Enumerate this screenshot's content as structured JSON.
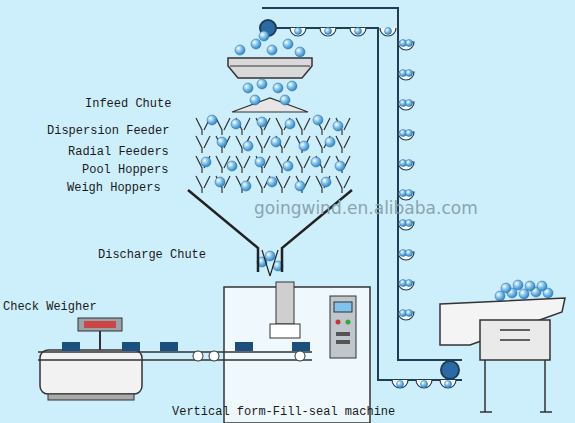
{
  "diagram": {
    "labels": [
      "Infeed Chute",
      "Dispersion Feeder",
      "Radial Feeders",
      "Pool Hoppers",
      "Weigh Hoppers",
      "Discharge Chute",
      "Check Weigher",
      "Vertical form-Fill-seal machine",
      "goingwind.en.alibaba.com"
    ]
  }
}
